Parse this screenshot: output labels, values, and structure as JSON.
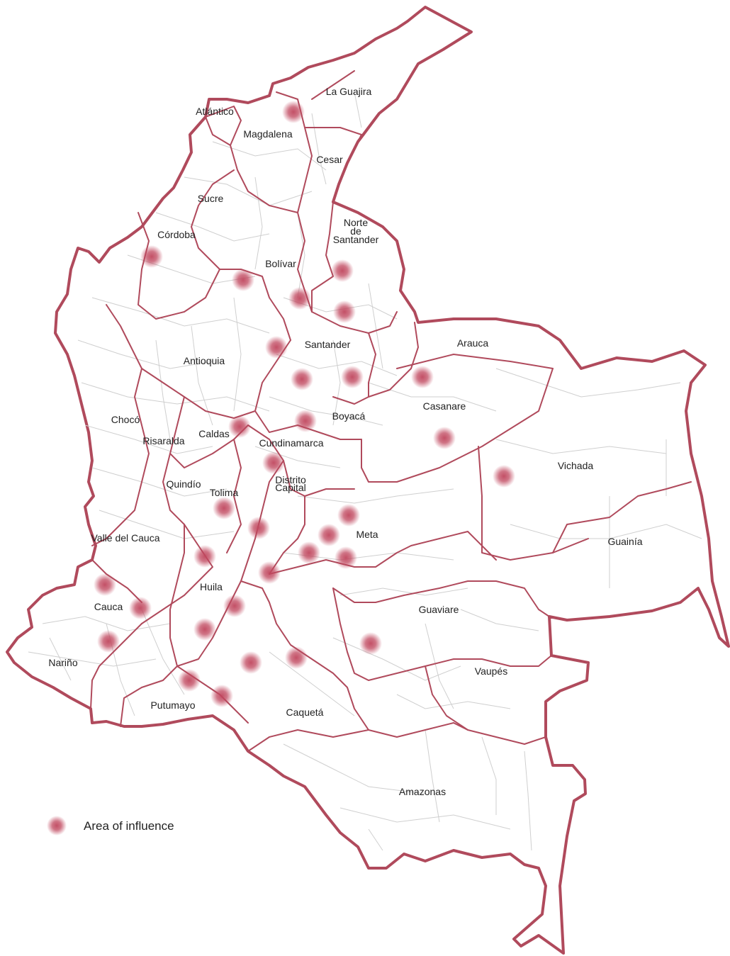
{
  "colors": {
    "border": "#b04a5c",
    "influence": "#c0475e",
    "municipal_lines": "#cfcfcf",
    "land": "#ffffff"
  },
  "legend": {
    "icon": "influence-dot-icon",
    "label": "Area of influence"
  },
  "departments": [
    "La Guajira",
    "Atlántico",
    "Magdalena",
    "Cesar",
    "Sucre",
    "Córdoba",
    "Norte de Santander",
    "Bolívar",
    "Santander",
    "Antioquia",
    "Arauca",
    "Casanare",
    "Chocó",
    "Caldas",
    "Boyacá",
    "Risaralda",
    "Cundinamarca",
    "Vichada",
    "Quindío",
    "Tolima",
    "Distrito Capital",
    "Meta",
    "Valle del Cauca",
    "Guainía",
    "Huila",
    "Guaviare",
    "Cauca",
    "Nariño",
    "Vaupés",
    "Putumayo",
    "Caquetá",
    "Amazonas"
  ],
  "influence_area_count": 34
}
